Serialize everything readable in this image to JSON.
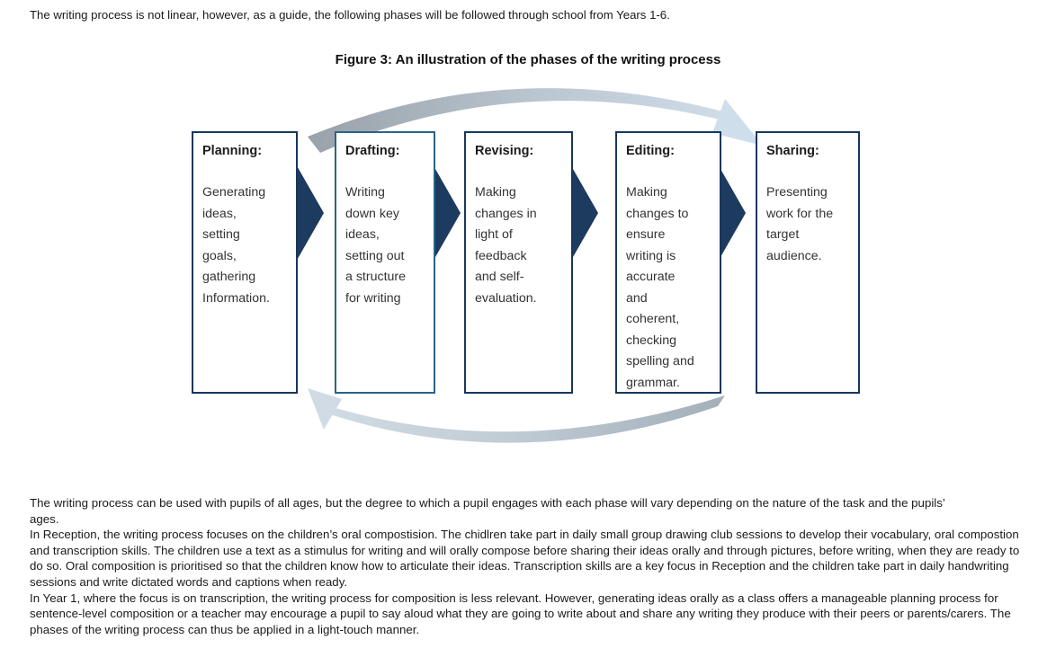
{
  "intro": "The writing process is not linear, however, as a guide, the following phases will be followed through school from Years 1-6.",
  "figure": {
    "title": "Figure 3: An illustration of the phases of the writing process",
    "phases": [
      {
        "title": "Planning:",
        "body": "Generating\nideas,\nsetting\ngoals,\ngathering\nInformation."
      },
      {
        "title": "Drafting:",
        "body": "Writing\ndown key\nideas,\nsetting out\na structure\nfor writing"
      },
      {
        "title": "Revising:",
        "body": "Making\nchanges in\nlight of\nfeedback\nand self-\nevaluation."
      },
      {
        "title": "Editing:",
        "body": "Making\nchanges to\nensure\nwriting is\naccurate\nand\ncoherent,\nchecking\nspelling and\ngrammar."
      },
      {
        "title": "Sharing:",
        "body": "Presenting\nwork for the\ntarget\naudience."
      }
    ],
    "colors": {
      "box_border": "#17375d",
      "drafting_box_border": "#2a6388",
      "flow_arrow": "#1d3a5f",
      "cycle_arrow_gray_end": "#99a1a9",
      "cycle_arrow_blue_end": "#d4e1ed"
    }
  },
  "paragraphs": [
    "The writing process can be used with pupils of all ages, but the degree to which a pupil engages with each phase will vary depending on the nature of the task and the pupils’\nages.",
    "In Reception, the writing process focuses on the children’s oral compostision. The chidlren take part in daily small group drawing club sessions to develop their vocabulary, oral compostion\nand transcription skills. The children use a text as a stimulus for writing and will orally compose before sharing their ideas orally and through pictures, before writing, when they are ready to\ndo so. Oral composition is prioritised so that the children know how to articulate their ideas. Transcription skills are a key focus in Reception and the children take part in daily handwriting\nsessions and write dictated words and captions when ready.",
    "In Year 1, where the focus is on transcription, the writing process for composition is less relevant. However, generating ideas orally as a class offers a manageable planning process for\nsentence-level composition or a teacher may encourage a pupil to say aloud what they are going to write about and share any writing they produce with their peers or parents/carers. The\nphases of the writing process can thus be applied in a light-touch manner."
  ]
}
